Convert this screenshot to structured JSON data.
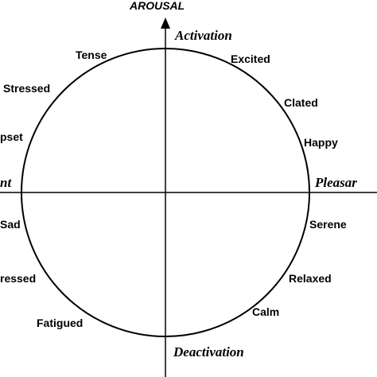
{
  "diagram": {
    "top_label": "AROUSAL",
    "poles": {
      "top": "Activation",
      "bottom": "Deactivation",
      "right": "Pleasar",
      "left": "nt"
    },
    "emotions": [
      "Tense",
      "Excited",
      "Stressed",
      "Clated",
      "pset",
      "Happy",
      "Sad",
      "Serene",
      "ressed",
      "Relaxed",
      "Calm",
      "Fatigued"
    ],
    "colors": {
      "lines": "#000000",
      "text": "#000000",
      "background": "#ffffff"
    }
  }
}
